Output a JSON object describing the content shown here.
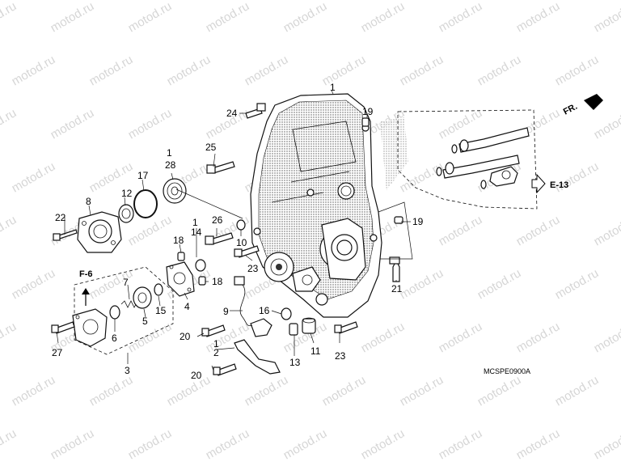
{
  "watermark": {
    "text": "motod.ru"
  },
  "diagram_code": "MCSPE0900A",
  "refs": {
    "fr": "FR.",
    "e13": "E-13",
    "f6": "F-6"
  },
  "callouts": [
    {
      "id": "c1a",
      "text": "1"
    },
    {
      "id": "c1b",
      "text": "1"
    },
    {
      "id": "c1c",
      "text": "1"
    },
    {
      "id": "c1d",
      "text": "1"
    },
    {
      "id": "c2",
      "text": "2"
    },
    {
      "id": "c3",
      "text": "3"
    },
    {
      "id": "c4",
      "text": "4"
    },
    {
      "id": "c5",
      "text": "5"
    },
    {
      "id": "c6",
      "text": "6"
    },
    {
      "id": "c7",
      "text": "7"
    },
    {
      "id": "c8",
      "text": "8"
    },
    {
      "id": "c9",
      "text": "9"
    },
    {
      "id": "c10",
      "text": "10"
    },
    {
      "id": "c11",
      "text": "11"
    },
    {
      "id": "c12",
      "text": "12"
    },
    {
      "id": "c13",
      "text": "13"
    },
    {
      "id": "c14",
      "text": "14"
    },
    {
      "id": "c15",
      "text": "15"
    },
    {
      "id": "c16",
      "text": "16"
    },
    {
      "id": "c17",
      "text": "17"
    },
    {
      "id": "c18a",
      "text": "18"
    },
    {
      "id": "c18b",
      "text": "18"
    },
    {
      "id": "c19a",
      "text": "19"
    },
    {
      "id": "c19b",
      "text": "19"
    },
    {
      "id": "c20a",
      "text": "20"
    },
    {
      "id": "c20b",
      "text": "20"
    },
    {
      "id": "c21",
      "text": "21"
    },
    {
      "id": "c22",
      "text": "22"
    },
    {
      "id": "c23a",
      "text": "23"
    },
    {
      "id": "c23b",
      "text": "23"
    },
    {
      "id": "c24",
      "text": "24"
    },
    {
      "id": "c25",
      "text": "25"
    },
    {
      "id": "c26",
      "text": "26"
    },
    {
      "id": "c27",
      "text": "27"
    },
    {
      "id": "c28",
      "text": "28"
    }
  ]
}
